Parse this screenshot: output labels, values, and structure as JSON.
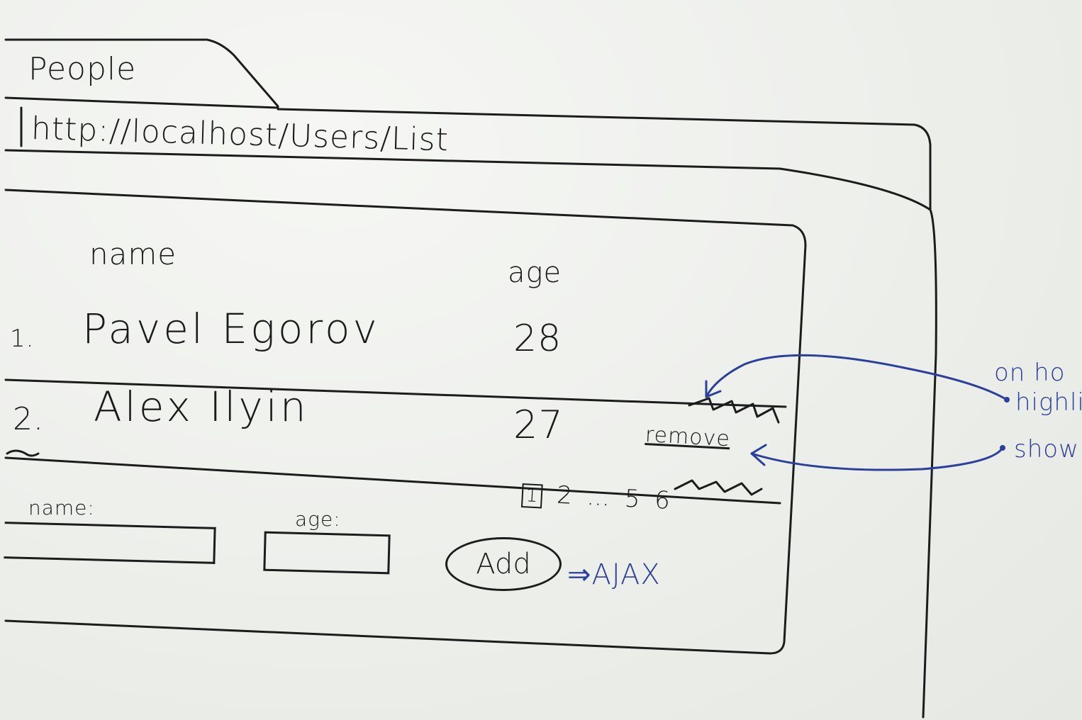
{
  "browser": {
    "tab_title": "People",
    "address": "http://localhost/Users/List"
  },
  "table": {
    "columns": [
      "name",
      "age"
    ],
    "rows": [
      {
        "number": "1.",
        "name": "Pavel Egorov",
        "age": "28"
      },
      {
        "number": "2.",
        "name": "Alex Ilyin",
        "age": "27"
      }
    ],
    "row_action": "remove"
  },
  "pagination": {
    "current": "1",
    "pages": [
      "2",
      "...",
      "5",
      "6"
    ]
  },
  "form": {
    "name_label": "name:",
    "age_label": "age:",
    "add_label": "Add",
    "add_note": "⇒AJAX"
  },
  "annotations": {
    "hover": "on ho",
    "highlight": "highli",
    "show": "show"
  },
  "colors": {
    "ink": "#1c1c1c",
    "marker_blue": "#2b3f9c",
    "paper": "#eef0ec"
  }
}
